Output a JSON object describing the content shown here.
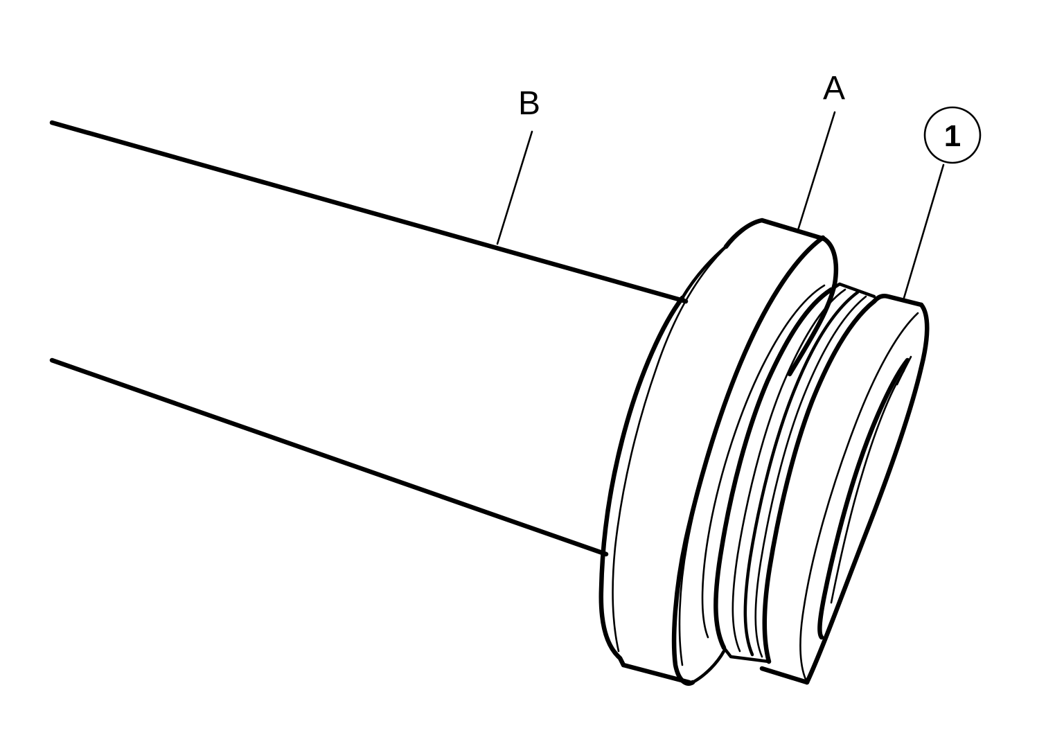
{
  "labels": {
    "a": "A",
    "b": "B",
    "callout_1": "1"
  },
  "colors": {
    "line": "#000000",
    "background": "#ffffff"
  }
}
